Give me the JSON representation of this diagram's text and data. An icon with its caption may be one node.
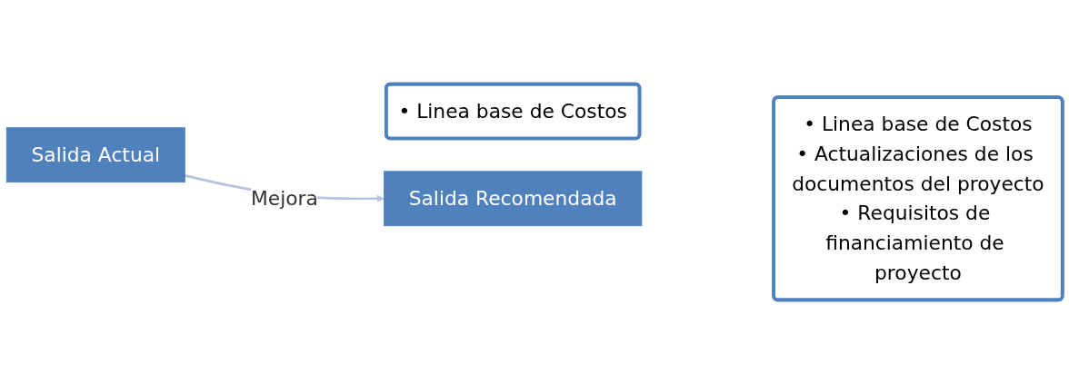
{
  "diagram": {
    "nodes": [
      {
        "text": [
          "Salida Actual"
        ]
      },
      {
        "text": [
          "• Linea base de Costos"
        ]
      },
      {
        "text": [
          "Salida Recomendada"
        ]
      },
      {
        "text": [
          "• Linea base de Costos",
          "• Actualizaciones de los documentos del proyecto",
          "• Requisitos de financiamiento de proyecto"
        ]
      }
    ],
    "edges": [
      {
        "from": 0,
        "to": 2,
        "arrow": "to",
        "label": "Mejora"
      }
    ]
  }
}
